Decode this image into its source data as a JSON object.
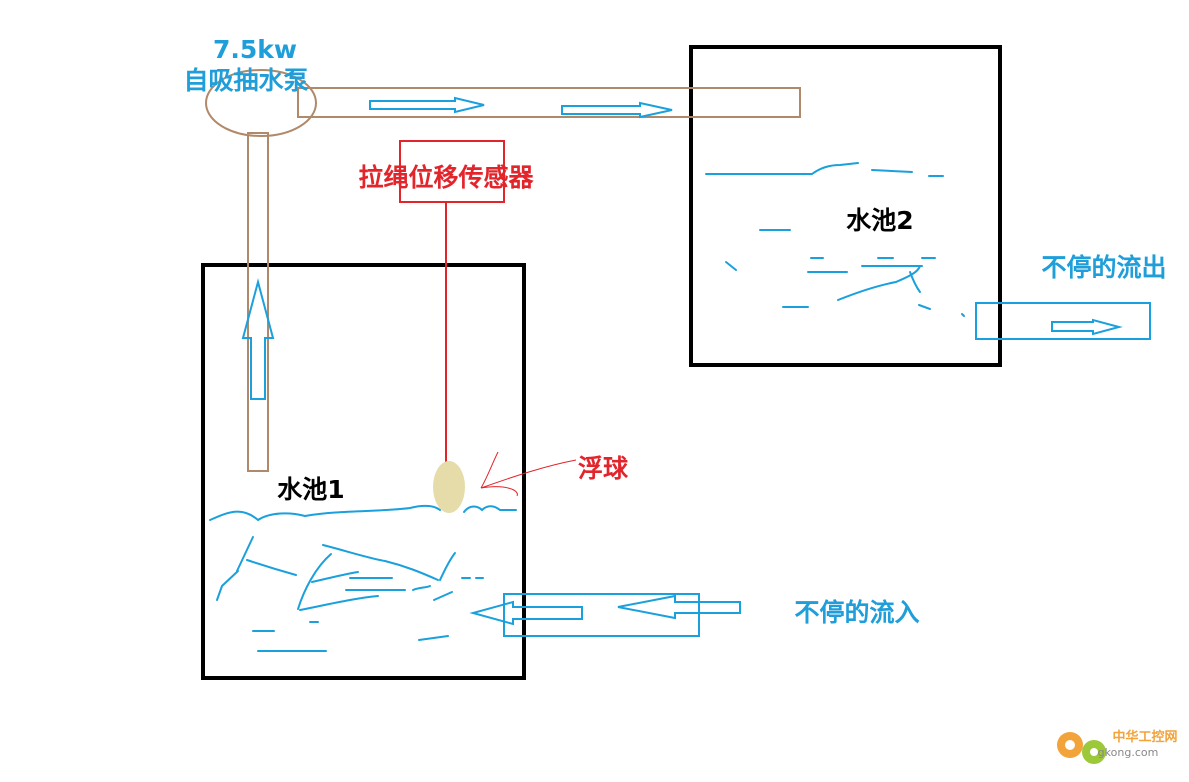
{
  "labels": {
    "pump_power": "7.5kw",
    "pump_name": "自吸抽水泵",
    "sensor": "拉绳位移传感器",
    "pool1": "水池1",
    "pool2": "水池2",
    "float_ball": "浮球",
    "outflow": "不停的流出",
    "inflow": "不停的流入"
  },
  "watermark": {
    "name": "中华工控网",
    "domain": "gkong.com"
  },
  "colors": {
    "pipe": "#b0896a",
    "water": "#1aa0dc",
    "label_blue": "#1f9ed9",
    "sensor_red": "#e2242b",
    "pool_border": "#000000",
    "float": "#e6dcaa"
  }
}
